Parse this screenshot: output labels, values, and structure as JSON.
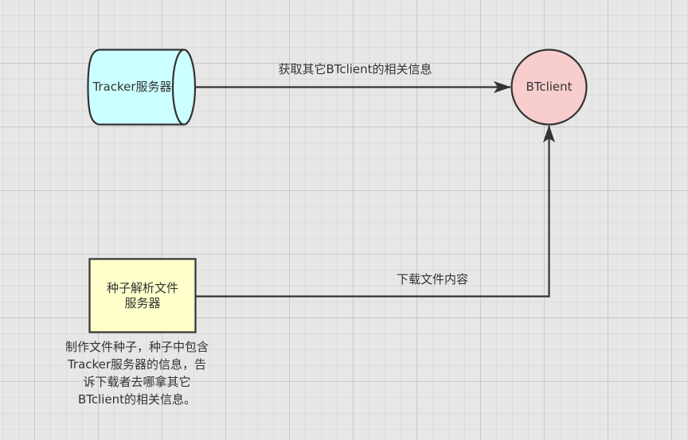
{
  "diagram": {
    "nodes": {
      "tracker_server": {
        "shape": "cylinder",
        "label": "Tracker服务器",
        "fill": "#ccffff",
        "stroke": "#333333"
      },
      "btclient": {
        "shape": "circle",
        "label": "BTclient",
        "fill": "#f8cdcd",
        "stroke": "#333333"
      },
      "seed_server": {
        "shape": "rectangle",
        "label_lines": [
          "种子解析文件",
          "服务器"
        ],
        "fill": "#ffffcc",
        "stroke": "#333333"
      }
    },
    "edges": {
      "tracker_to_btclient": {
        "from": "Tracker服务器",
        "to": "BTclient",
        "label": "获取其它BTclient的相关信息",
        "color": "#333333"
      },
      "seed_to_btclient": {
        "from": "种子解析文件服务器",
        "to": "BTclient",
        "label": "下载文件内容",
        "color": "#333333"
      }
    },
    "note": {
      "lines": [
        "制作文件种子，种子中包含",
        "Tracker服务器的信息，告",
        "诉下载者去哪拿其它",
        "BTclient的相关信息。"
      ]
    }
  },
  "canvas": {
    "background": "#e7e7e7",
    "grid": true
  }
}
